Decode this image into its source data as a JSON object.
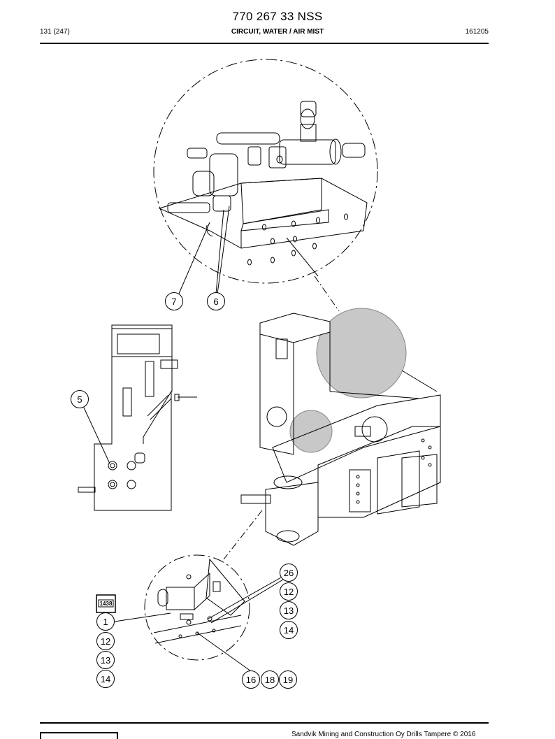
{
  "document": {
    "part_number": "770 267 33 NSS",
    "page_ref": "131 (247)",
    "section_title": "CIRCUIT, WATER / AIR MIST",
    "revision_code": "161205"
  },
  "figure": {
    "callouts": {
      "c7": "7",
      "c6": "6",
      "c5": "5",
      "c26": "26",
      "c12a": "12",
      "c13a": "13",
      "c14a": "14",
      "c1": "1",
      "c12b": "12",
      "c13b": "13",
      "c14b": "14",
      "c16": "16",
      "c18": "18",
      "c19": "19"
    },
    "stamp_label": "1438"
  },
  "footer": {
    "copyright": "Sandvik Mining and Construction Oy Drills Tampere © 2016"
  }
}
